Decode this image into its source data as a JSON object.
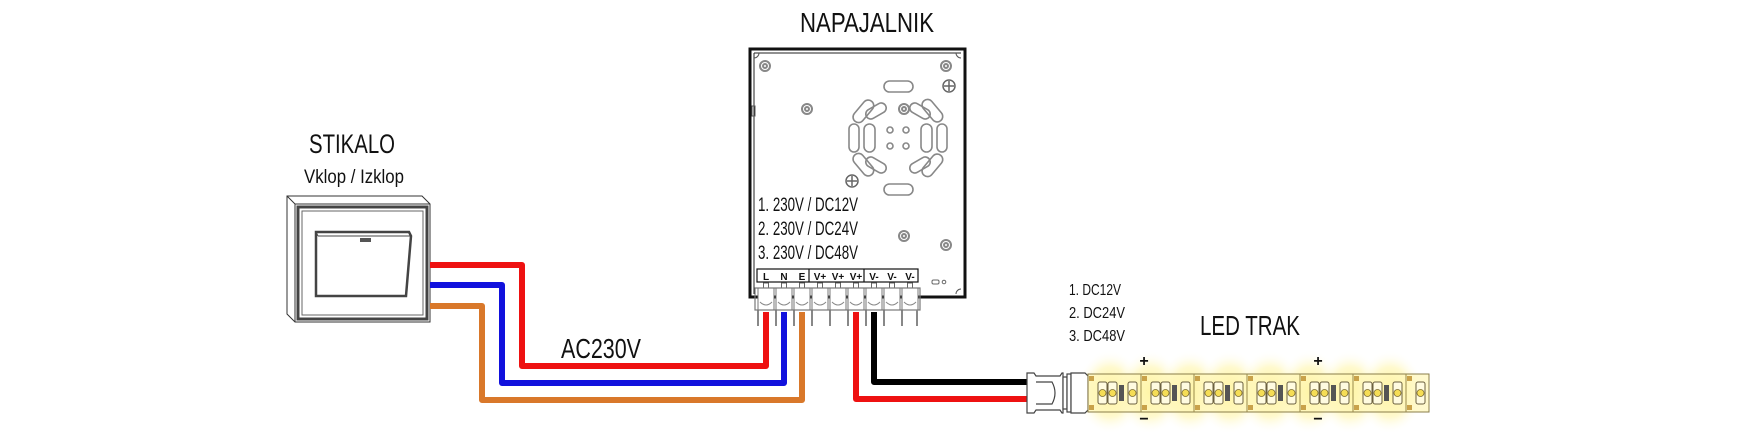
{
  "switch": {
    "title": "STIKALO",
    "subtitle": "Vklop / Izklop"
  },
  "power_supply": {
    "title": "NAPAJALNIK",
    "options": [
      "1. 230V / DC12V",
      "2. 230V / DC24V",
      "3. 230V / DC48V"
    ],
    "terminals": [
      "L",
      "N",
      "E",
      "V+",
      "V+",
      "V+",
      "V-",
      "V-",
      "V-"
    ]
  },
  "ac_line": {
    "label": "AC230V"
  },
  "led_strip": {
    "title": "LED TRAK",
    "options": [
      "1. DC12V",
      "2. DC24V",
      "3. DC48V"
    ],
    "polarity_plus": "+",
    "polarity_minus": "−"
  },
  "colors": {
    "live_wire": "#ee1111",
    "neutral_wire": "#1111dd",
    "earth_wire": "#d9782a",
    "dc_positive_wire": "#ee1111",
    "dc_negative_wire": "#000000",
    "led_glow": "#fff38a"
  }
}
